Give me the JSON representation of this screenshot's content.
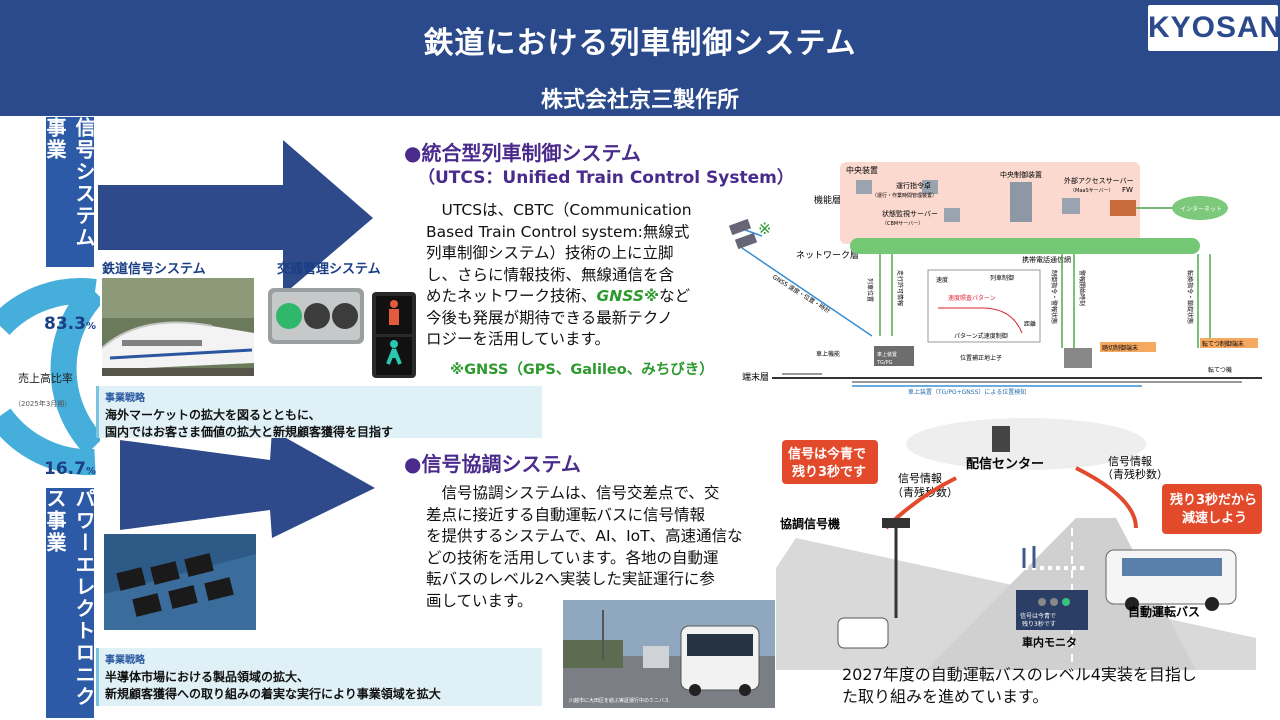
{
  "header": {
    "title": "鉄道における列車制御システム",
    "company": "株式会社京三製作所",
    "logo_text": "KYOSAN"
  },
  "segments": {
    "signal": {
      "band_label": "信号システム事業",
      "share": "83.3",
      "share_unit": "%",
      "image_labels": [
        "鉄道信号システム",
        "交通管理システム"
      ],
      "strategy_heading": "事業戦略",
      "strategy_lines": [
        "海外マーケットの拡大を図るとともに、",
        "国内ではお客さま価値の拡大と新規顧客獲得を目指す"
      ]
    },
    "power": {
      "band_label": "パワーエレクトロニクス事業",
      "share": "16.7",
      "share_unit": "%",
      "strategy_heading": "事業戦略",
      "strategy_lines": [
        "半導体市場における製品領域の拡大、",
        "新規顧客獲得への取り組みの着実な実行により事業領域を拡大"
      ]
    },
    "ratio_label": "売上高比率",
    "ratio_note": "（2025年3月期）"
  },
  "utcs": {
    "heading": "●統合型列車制御システム",
    "subheading": "（UTCS：Unified Train Control System）",
    "body_lines": [
      "　UTCSは、CBTC（Communication",
      "Based Train Control system:無線式",
      "列車制御システム）技術の上に立脚",
      "し、さらに情報技術、無線通信を含",
      "めたネットワーク技術、",
      "今後も発展が期待できる最新テクノ",
      "ロジーを活用しています。"
    ],
    "gnss_inline": "GNSS※",
    "gnss_after": "など",
    "footnote": "※GNSS（GPS、Galileo、みちびき）",
    "diagram": {
      "central_label": "中央装置",
      "layer_function": "機能層",
      "layer_network": "ネットワーク層",
      "layer_terminal": "端末層",
      "server1": "運行指令卓",
      "server1_sub": "（運行・作業時間管理装置）",
      "server2": "状態監視サーバー",
      "server2_sub": "（CBMサーバー）",
      "central_control": "中央制御装置",
      "external_server": "外部アクセスサーバー",
      "external_server_sub": "（MaaSサーバー）",
      "fw": "FW",
      "internet": "インターネット",
      "mobile_net": "携帯電話通信網",
      "gnss_label": "GNSS 速度・位置・時計",
      "train_pos": "列車位置",
      "move_auth": "走行許可情報",
      "speed_label": "速度",
      "pattern_label": "列車制御",
      "brake_pattern": "速度照査パターン",
      "pattern_ctrl": "パターン式速度制御",
      "distance": "距離",
      "onboard": "車上機能",
      "onboard_device": "車上装置",
      "tg_pg": "TG/PG",
      "position_correct": "位置補正地上子",
      "crossing": "踏切制御端末",
      "point": "転てつ制御端末",
      "point_machine": "転てつ機",
      "crossing_labels": "制御指令・警報状態",
      "alarm_labels": "警報開始時刻",
      "point_labels": "転換指令・鎖錠状態",
      "bottom_label": "車上装置（TG/PG+GNSS）による位置検知"
    }
  },
  "signal_coop": {
    "heading": "●信号協調システム",
    "body_lines": [
      "　信号協調システムは、信号交差点で、交",
      "差点に接近する自動運転バスに信号情報",
      "を提供するシステムで、AI、IoT、高速通信な",
      "どの技術を活用しています。各地の自動運",
      "転バスのレベル2へ実装した実証運行に参",
      "画しています。"
    ],
    "photo_caption": "川越市に大田区を結ぶ実証運行中のミニバス",
    "illustration": {
      "bubble_left": [
        "信号は今青で",
        "残り3秒です"
      ],
      "bubble_right": [
        "残り3秒だから",
        "減速しよう"
      ],
      "center": "配信センター",
      "info_left": [
        "信号情報",
        "（青残秒数）"
      ],
      "info_right": [
        "信号情報",
        "（青残秒数）"
      ],
      "coop_signal": "協調信号機",
      "bus": "自動運転バス",
      "monitor": "車内モニタ",
      "monitor_text": [
        "信号は今青で",
        "残り3秒です"
      ]
    },
    "caption_lines": [
      "2027年度の自動運転バスのレベル4実装を目指し",
      "た取り組みを進めています。"
    ]
  }
}
